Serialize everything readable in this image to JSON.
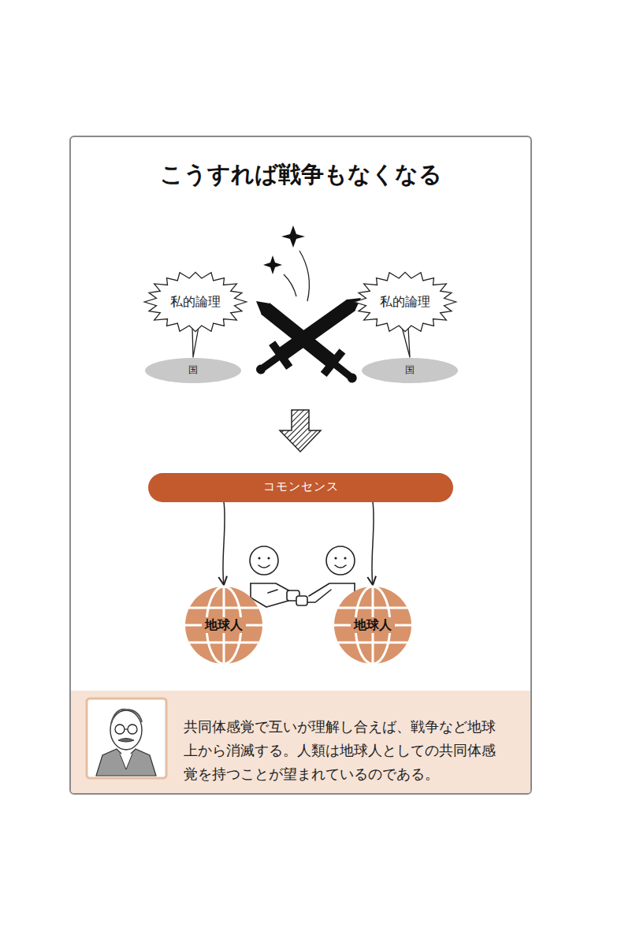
{
  "diagram": {
    "title": "こうすれば戦争もなくなる",
    "caption": "共同体感覚で互いが理解し合えば、戦争など地球上から消滅する。人類は地球人としての共同体感覚を持つことが望まれているのである。",
    "nodes": [
      {
        "text": [
          "私的論理"
        ]
      },
      {
        "text": [
          "私的論理"
        ]
      },
      {
        "text": [
          "国"
        ]
      },
      {
        "text": [
          "国"
        ]
      },
      {
        "text": [
          "コモンセンス"
        ]
      },
      {
        "text": [
          "地球人"
        ]
      },
      {
        "text": [
          "地球人"
        ]
      }
    ],
    "edges": [
      {
        "from": 0,
        "to": 2,
        "arrow": "none"
      },
      {
        "from": 1,
        "to": 3,
        "arrow": "none"
      },
      {
        "from": 4,
        "to": 5,
        "arrow": "to"
      },
      {
        "from": 4,
        "to": 6,
        "arrow": "to"
      }
    ]
  }
}
